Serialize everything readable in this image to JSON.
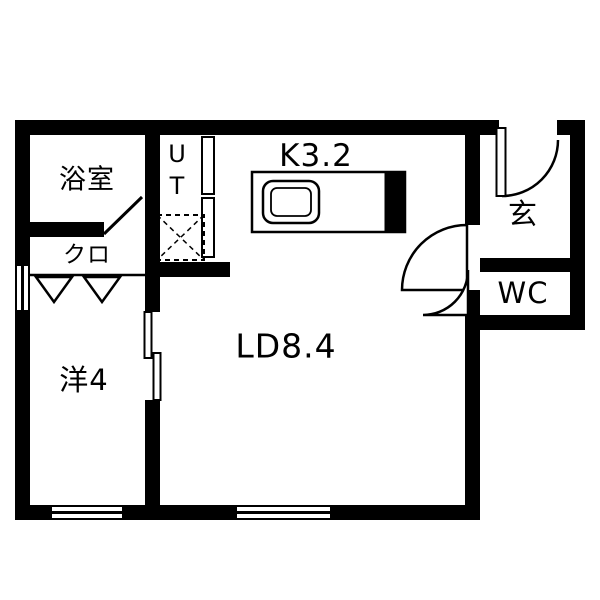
{
  "floorplan": {
    "rooms": {
      "bath": {
        "label": "浴室"
      },
      "utility": {
        "label": "UT"
      },
      "kitchen": {
        "label": "K3.2"
      },
      "entrance": {
        "label": "玄"
      },
      "toilet": {
        "label": "WC"
      },
      "closet": {
        "label": "クロ"
      },
      "western_room": {
        "label": "洋4"
      },
      "living_dining": {
        "label": "LD8.4"
      }
    },
    "colors": {
      "wall": "#000000",
      "floor": "#ffffff"
    }
  }
}
